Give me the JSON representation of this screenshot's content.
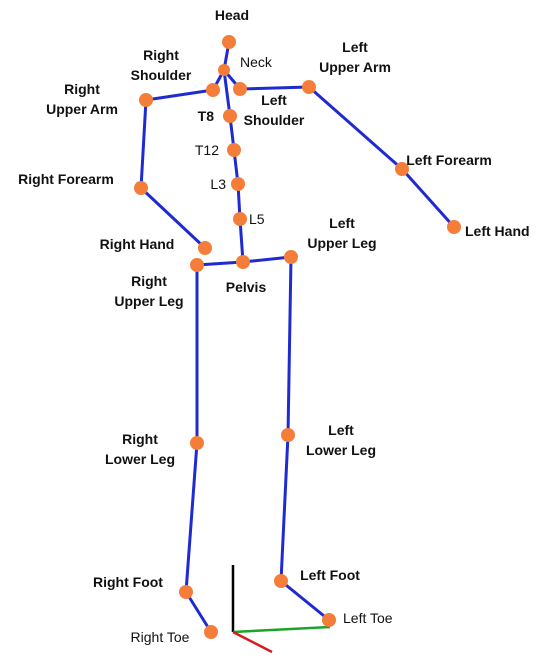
{
  "colors": {
    "bone": "#1f2bd0",
    "joint": "#f47d3a",
    "axis_x": "#1aa52a",
    "axis_y": "#000000",
    "axis_z": "#d81a1a"
  },
  "labels": {
    "head": "Head",
    "neck": "Neck",
    "right_shoulder_1": "Right",
    "right_shoulder_2": "Shoulder",
    "left_upper_arm_1": "Left",
    "left_upper_arm_2": "Upper Arm",
    "right_upper_arm_1": "Right",
    "right_upper_arm_2": "Upper Arm",
    "left_shoulder_1": "Left",
    "left_shoulder_2": "Shoulder",
    "t8": "T8",
    "t12": "T12",
    "l3": "L3",
    "l5": "L5",
    "right_forearm": "Right Forearm",
    "left_forearm": "Left Forearm",
    "left_hand": "Left Hand",
    "right_hand": "Right Hand",
    "left_upper_leg_1": "Left",
    "left_upper_leg_2": "Upper Leg",
    "right_upper_leg_1": "Right",
    "right_upper_leg_2": "Upper Leg",
    "pelvis": "Pelvis",
    "right_lower_leg_1": "Right",
    "right_lower_leg_2": "Lower Leg",
    "left_lower_leg_1": "Left",
    "left_lower_leg_2": "Lower Leg",
    "right_foot": "Right Foot",
    "left_foot": "Left Foot",
    "right_toe": "Right Toe",
    "left_toe": "Left Toe"
  }
}
